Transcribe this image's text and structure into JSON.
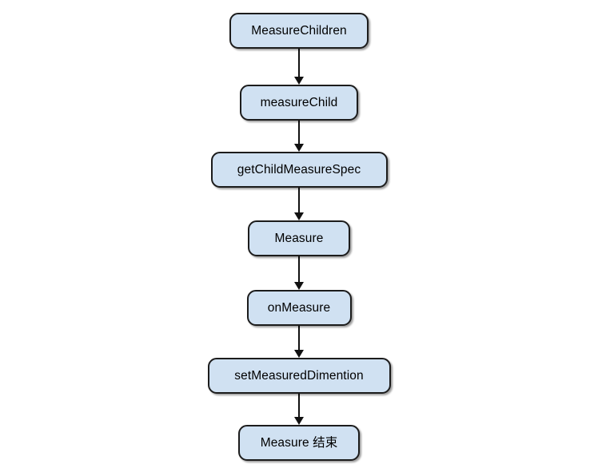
{
  "diagram": {
    "type": "flowchart",
    "orientation": "top-to-bottom",
    "background_color": "#ffffff",
    "node_fill_color": "#d0e1f2",
    "node_border_color": "#1c1c1c",
    "connector_color": "#111111",
    "text_color": "#000000",
    "nodes": [
      {
        "id": "measure-children",
        "label": "MeasureChildren"
      },
      {
        "id": "measure-child",
        "label": "measureChild"
      },
      {
        "id": "get-child-measure-spec",
        "label": "getChildMeasureSpec"
      },
      {
        "id": "measure",
        "label": "Measure"
      },
      {
        "id": "on-measure",
        "label": "onMeasure"
      },
      {
        "id": "set-measured-dimention",
        "label": "setMeasuredDimention"
      },
      {
        "id": "measure-end",
        "label": "Measure 结束"
      }
    ],
    "edges": [
      {
        "from": "MeasureChildren",
        "to": "measureChild",
        "arrow": "down"
      },
      {
        "from": "measureChild",
        "to": "getChildMeasureSpec",
        "arrow": "down"
      },
      {
        "from": "getChildMeasureSpec",
        "to": "Measure",
        "arrow": "down"
      },
      {
        "from": "Measure",
        "to": "onMeasure",
        "arrow": "down"
      },
      {
        "from": "onMeasure",
        "to": "setMeasuredDimention",
        "arrow": "down"
      },
      {
        "from": "setMeasuredDimention",
        "to": "Measure 结束",
        "arrow": "down"
      }
    ]
  }
}
